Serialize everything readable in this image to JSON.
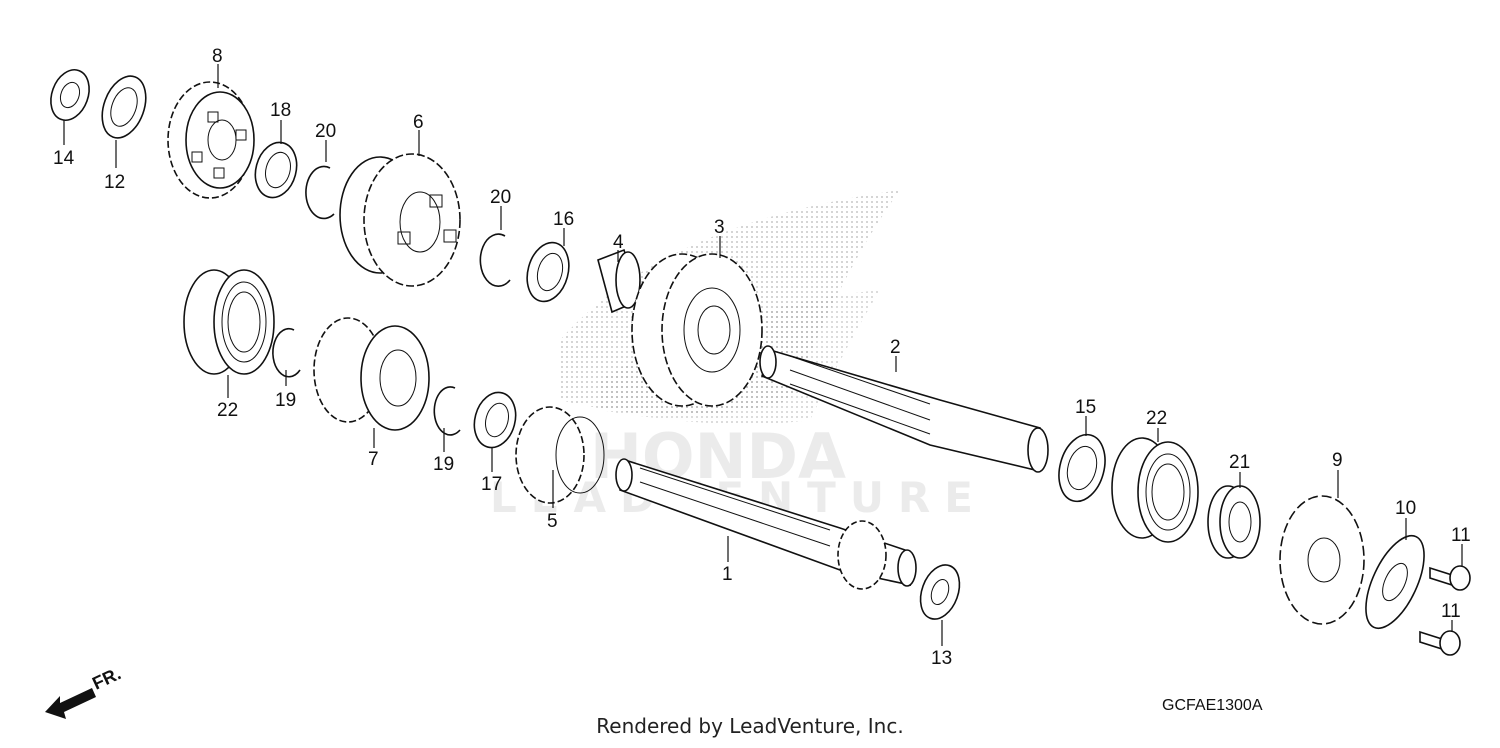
{
  "diagram": {
    "callouts": [
      {
        "id": "c14",
        "label": "14"
      },
      {
        "id": "c12",
        "label": "12"
      },
      {
        "id": "c8",
        "label": "8"
      },
      {
        "id": "c18",
        "label": "18"
      },
      {
        "id": "c20a",
        "label": "20"
      },
      {
        "id": "c6",
        "label": "6"
      },
      {
        "id": "c20b",
        "label": "20"
      },
      {
        "id": "c16",
        "label": "16"
      },
      {
        "id": "c4",
        "label": "4"
      },
      {
        "id": "c3",
        "label": "3"
      },
      {
        "id": "c22a",
        "label": "22"
      },
      {
        "id": "c19a",
        "label": "19"
      },
      {
        "id": "c7",
        "label": "7"
      },
      {
        "id": "c19b",
        "label": "19"
      },
      {
        "id": "c17",
        "label": "17"
      },
      {
        "id": "c5",
        "label": "5"
      },
      {
        "id": "c2",
        "label": "2"
      },
      {
        "id": "c1",
        "label": "1"
      },
      {
        "id": "c13",
        "label": "13"
      },
      {
        "id": "c15",
        "label": "15"
      },
      {
        "id": "c22b",
        "label": "22"
      },
      {
        "id": "c21",
        "label": "21"
      },
      {
        "id": "c9",
        "label": "9"
      },
      {
        "id": "c10",
        "label": "10"
      },
      {
        "id": "c11a",
        "label": "11"
      },
      {
        "id": "c11b",
        "label": "11"
      }
    ],
    "front_indicator": "FR.",
    "diagram_code": "GCFAE1300A"
  },
  "watermark": {
    "brand": "HONDA",
    "sub": "LEADVENTURE"
  },
  "footer": {
    "text": "Rendered by LeadVenture, Inc."
  }
}
